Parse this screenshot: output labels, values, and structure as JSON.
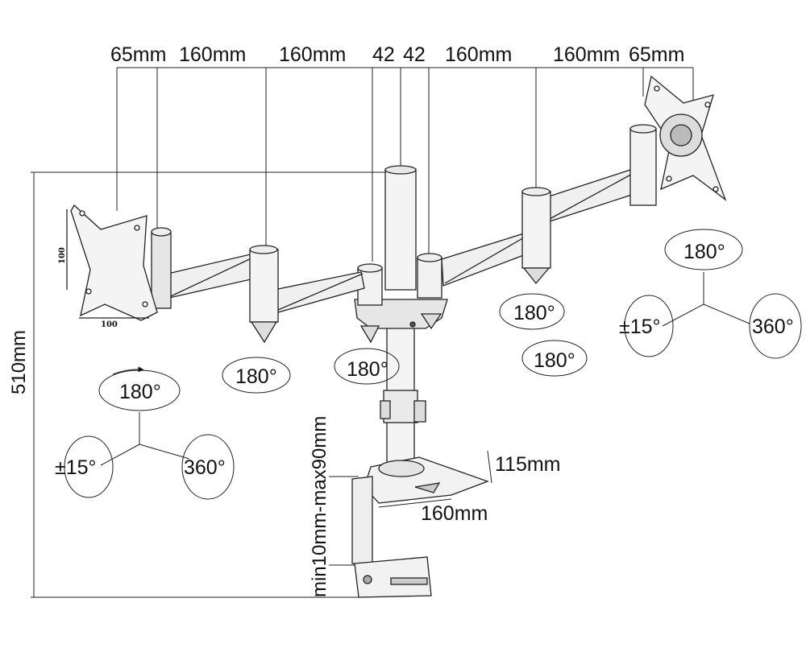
{
  "top_dimensions": [
    "65mm",
    "160mm",
    "160mm",
    "42",
    "42",
    "160mm",
    "160mm",
    "65mm"
  ],
  "vertical_labels": {
    "total_height": "510mm",
    "clamp_range": "min10mm-max90mm"
  },
  "base_dimensions": {
    "depth": "115mm",
    "width": "160mm"
  },
  "vesa_labels": [
    "100",
    "100"
  ],
  "rotation_labels": {
    "left_tilt": "180°",
    "left_swivel": "±15°",
    "left_rotate": "360°",
    "right_tilt": "180°",
    "right_swivel": "±15°",
    "right_rotate": "360°",
    "arm_left_joint": "180°",
    "arm_center_joint": "180°",
    "arm_right_joint_upper": "180°",
    "arm_right_joint_lower": "180°"
  },
  "colors": {
    "line": "#222222",
    "fill_light": "#f2f2f2",
    "fill_mid": "#d8d8d8",
    "fill_dark": "#9a9a9a"
  }
}
